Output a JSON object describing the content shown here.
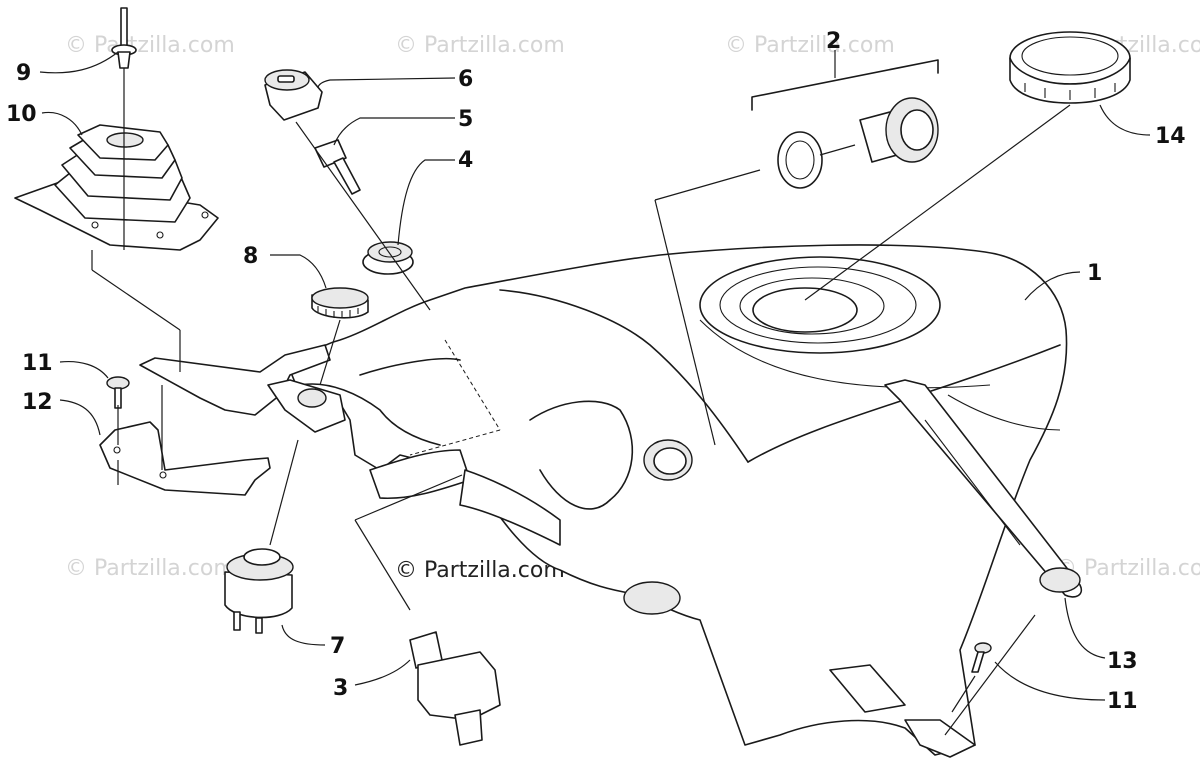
{
  "watermark": {
    "text": "© Partzilla.com",
    "center_text": "© Partzilla.com"
  },
  "callouts": {
    "c1": "1",
    "c2": "2",
    "c3": "3",
    "c4": "4",
    "c5": "5",
    "c6": "6",
    "c7": "7",
    "c8": "8",
    "c9": "9",
    "c10": "10",
    "c11a": "11",
    "c11b": "11",
    "c12": "12",
    "c13": "13",
    "c14": "14"
  },
  "colors": {
    "line": "#1a1a1a",
    "watermark": "#d4d4d4",
    "background": "#ffffff"
  }
}
